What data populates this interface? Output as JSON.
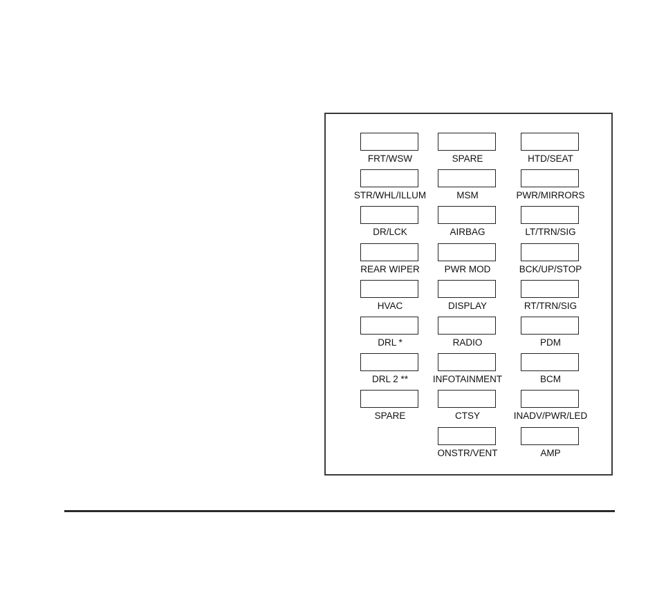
{
  "fuse_panel": {
    "columns": [
      {
        "fuses": [
          {
            "label": "FRT/WSW"
          },
          {
            "label": "STR/WHL/ILLUM"
          },
          {
            "label": "DR/LCK"
          },
          {
            "label": "REAR WIPER"
          },
          {
            "label": "HVAC"
          },
          {
            "label": "DRL *"
          },
          {
            "label": "DRL 2 **"
          },
          {
            "label": "SPARE"
          }
        ]
      },
      {
        "fuses": [
          {
            "label": "SPARE"
          },
          {
            "label": "MSM"
          },
          {
            "label": "AIRBAG"
          },
          {
            "label": "PWR MOD"
          },
          {
            "label": "DISPLAY"
          },
          {
            "label": "RADIO"
          },
          {
            "label": "INFOTAINMENT"
          },
          {
            "label": "CTSY"
          },
          {
            "label": "ONSTR/VENT"
          }
        ]
      },
      {
        "fuses": [
          {
            "label": "HTD/SEAT"
          },
          {
            "label": "PWR/MIRRORS"
          },
          {
            "label": "LT/TRN/SIG"
          },
          {
            "label": "BCK/UP/STOP"
          },
          {
            "label": "RT/TRN/SIG"
          },
          {
            "label": "PDM"
          },
          {
            "label": "BCM"
          },
          {
            "label": "INADV/PWR/LED"
          },
          {
            "label": "AMP"
          }
        ]
      }
    ]
  }
}
